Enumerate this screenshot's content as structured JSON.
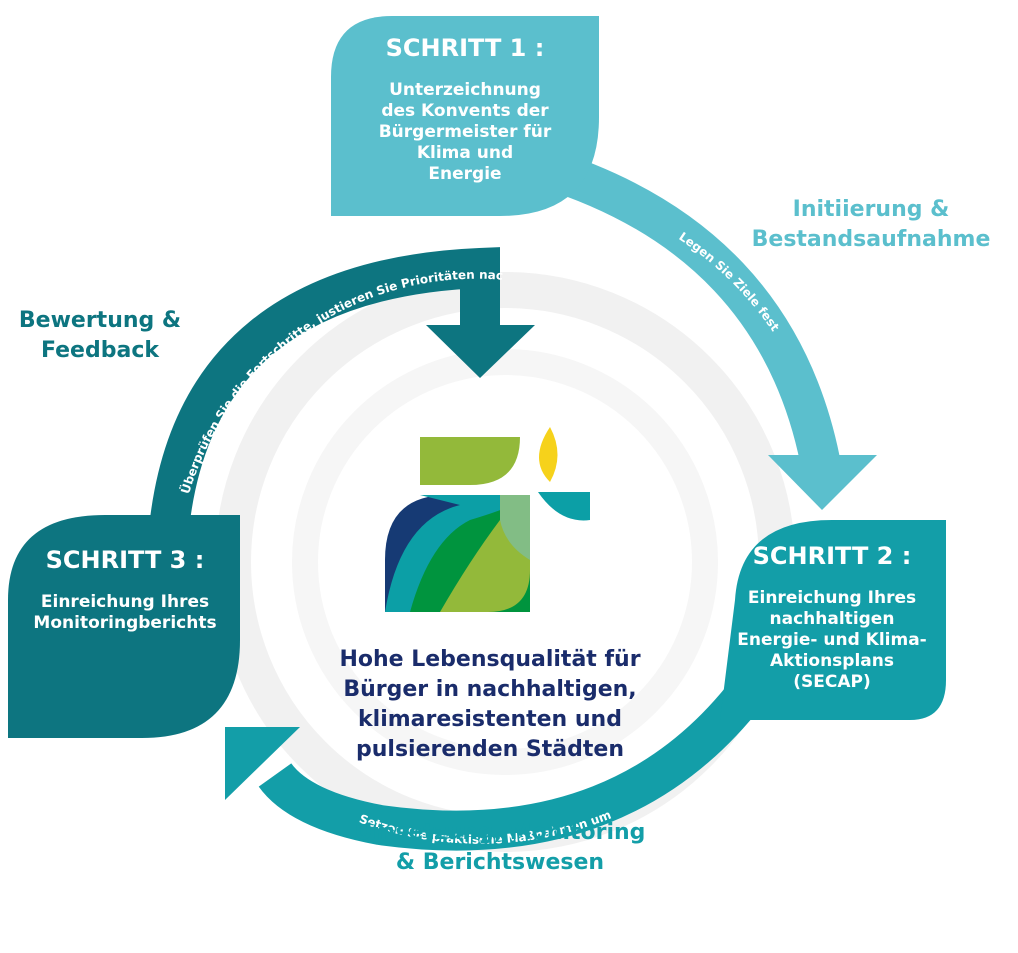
{
  "steps": [
    {
      "title": "SCHRITT 1 :",
      "description": [
        "Unterzeichnung",
        "des Konvents der",
        "Bürgermeister für",
        "Klima und",
        "Energie"
      ],
      "color": "#5bbfcd"
    },
    {
      "title": "SCHRITT 2 :",
      "description": [
        "Einreichung Ihres",
        "nachhaltigen",
        "Energie- und Klima-",
        "Aktionsplans",
        "(SECAP)"
      ],
      "color": "#139ea8"
    },
    {
      "title": "SCHRITT 3 :",
      "description": [
        "Einreichung Ihres",
        "Monitoringberichts"
      ],
      "color": "#0d7580"
    }
  ],
  "phases": {
    "initiation": {
      "lines": [
        "Initiierung &",
        "Bestandsaufnahme"
      ],
      "color": "#5bbfcd"
    },
    "implementation": {
      "lines": [
        "Umsetzung, Monitoring",
        "& Berichtswesen"
      ],
      "color": "#139ea8"
    },
    "evaluation": {
      "lines": [
        "Bewertung &",
        "Feedback"
      ],
      "color": "#0d7580"
    }
  },
  "arrows": {
    "set_goals": "Legen Sie Ziele fest",
    "implement": "Setzen Sie praktische Maßnahmen um",
    "review": "Überprüfen Sie die Fortschritte, justieren Sie Prioritäten nach"
  },
  "center_text": [
    "Hohe Lebensqualität für",
    "Bürger in nachhaltigen,",
    "klimaresistenten und",
    "pulsierenden Städten"
  ],
  "logo": {
    "icon": "covenant-of-mayors-logo-icon",
    "colors": {
      "navy": "#163a74",
      "teal": "#0c9fa6",
      "green": "#00943e",
      "lime": "#93b93a",
      "yellow": "#f6d21b",
      "mint": "#82bd85"
    }
  }
}
